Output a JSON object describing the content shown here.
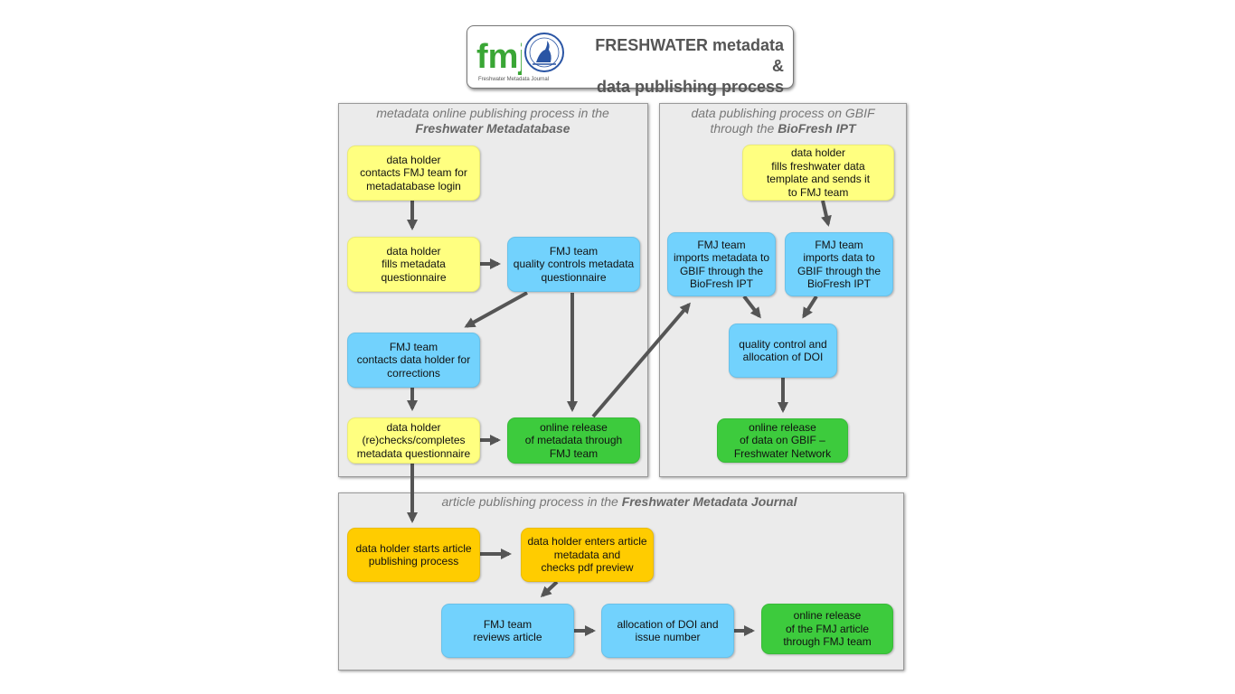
{
  "header": {
    "logo_text": "fmj",
    "logo_caption": "Freshwater Metadata Journal",
    "title_line1": "FRESHWATER metadata &",
    "title_line2": "data publishing process"
  },
  "panels": {
    "metadatabase": {
      "title_italic": "metadata online publishing process in the",
      "title_bold": "Freshwater Metadatabase"
    },
    "gbif": {
      "title_italic": "data publishing process on GBIF through the",
      "title_bold": "BioFresh IPT"
    },
    "article": {
      "title_italic": "article publishing process in the",
      "title_bold": "Freshwater Metadata Journal"
    }
  },
  "boxes": {
    "m1": "data holder\ncontacts FMJ team for\nmetadatabase login",
    "m2": "data holder\nfills metadata\nquestionnaire",
    "m3": "FMJ team\nquality controls metadata\nquestionnaire",
    "m4": "FMJ team\ncontacts data holder for\ncorrections",
    "m5": "data holder\n(re)checks/completes\nmetadata questionnaire",
    "m6": "online release\nof metadata through\nFMJ team",
    "g1": "data holder\nfills freshwater data\ntemplate and sends it\nto FMJ team",
    "g2": "FMJ team\nimports metadata to\nGBIF through the\nBioFresh IPT",
    "g3": "FMJ team\nimports data to\nGBIF through the\nBioFresh IPT",
    "g4": "quality control and\nallocation of DOI",
    "g5": "online release\nof data on GBIF –\nFreshwater Network",
    "a1": "data holder starts article\npublishing process",
    "a2": "data holder enters article\nmetadata and\nchecks pdf preview",
    "a3": "FMJ team\nreviews article",
    "a4": "allocation of DOI and\nissue number",
    "a5": "online release\nof the FMJ article\nthrough FMJ team"
  },
  "colors": {
    "yellow": "#ffff80",
    "blue": "#72d2fd",
    "green": "#3dcb3d",
    "orange": "#ffcc00",
    "panel": "#ebebeb",
    "arrow": "#555555"
  }
}
